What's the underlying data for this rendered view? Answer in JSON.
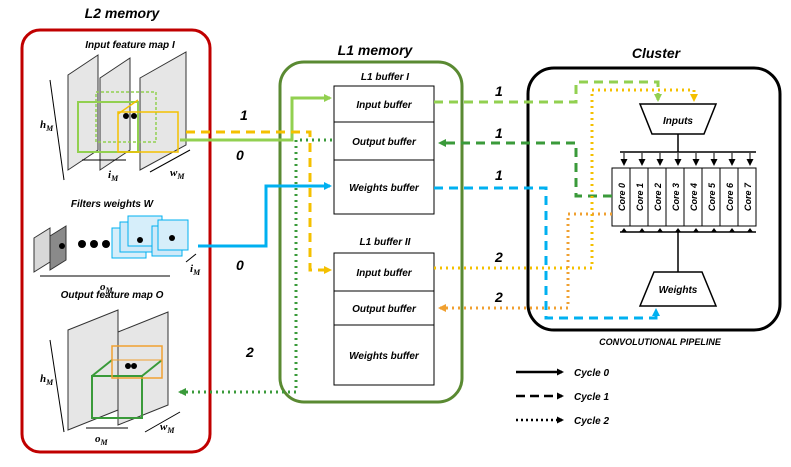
{
  "colors": {
    "l2_border": "#c00000",
    "l1_border": "#5a8a32",
    "cluster_border": "#000000",
    "light_green": "#92d050",
    "dark_green": "#3a9a3a",
    "light_blue": "#00b0f0",
    "yellow": "#f4c000",
    "orange": "#f0a030"
  },
  "l2": {
    "title": "L2 memory",
    "input_fm": {
      "title": "Input feature map I",
      "h": "h",
      "w": "w",
      "i": "i",
      "sub": "M"
    },
    "filters": {
      "title": "Filters weights W",
      "o": "o",
      "i": "i",
      "sub": "M"
    },
    "output_fm": {
      "title": "Output feature map O",
      "h": "h",
      "w": "w",
      "o": "o",
      "sub": "M"
    }
  },
  "l1": {
    "title": "L1 memory",
    "buf1": {
      "title": "L1 buffer I",
      "input": "Input buffer",
      "output": "Output buffer",
      "weights": "Weights buffer"
    },
    "buf2": {
      "title": "L1 buffer II",
      "input": "Input buffer",
      "output": "Output buffer",
      "weights": "Weights buffer"
    }
  },
  "cluster": {
    "title": "Cluster",
    "inputs": "Inputs",
    "weights": "Weights",
    "cores": [
      "Core 0",
      "Core 1",
      "Core 2",
      "Core 3",
      "Core 4",
      "Core 5",
      "Core 6",
      "Core 7"
    ],
    "pipeline": "CONVOLUTIONAL PIPELINE"
  },
  "arrow_labels": {
    "input_to_l1": "1",
    "in_fm_zero": "0",
    "weights_zero": "0",
    "output_two": "2",
    "l1_in_to_cluster": "1",
    "cluster_to_l1_out": "1",
    "l1_w_to_cluster": "1",
    "l1b2_in": "2",
    "l1b2_out": "2"
  },
  "legend": [
    "Cycle 0",
    "Cycle 1",
    "Cycle 2"
  ]
}
